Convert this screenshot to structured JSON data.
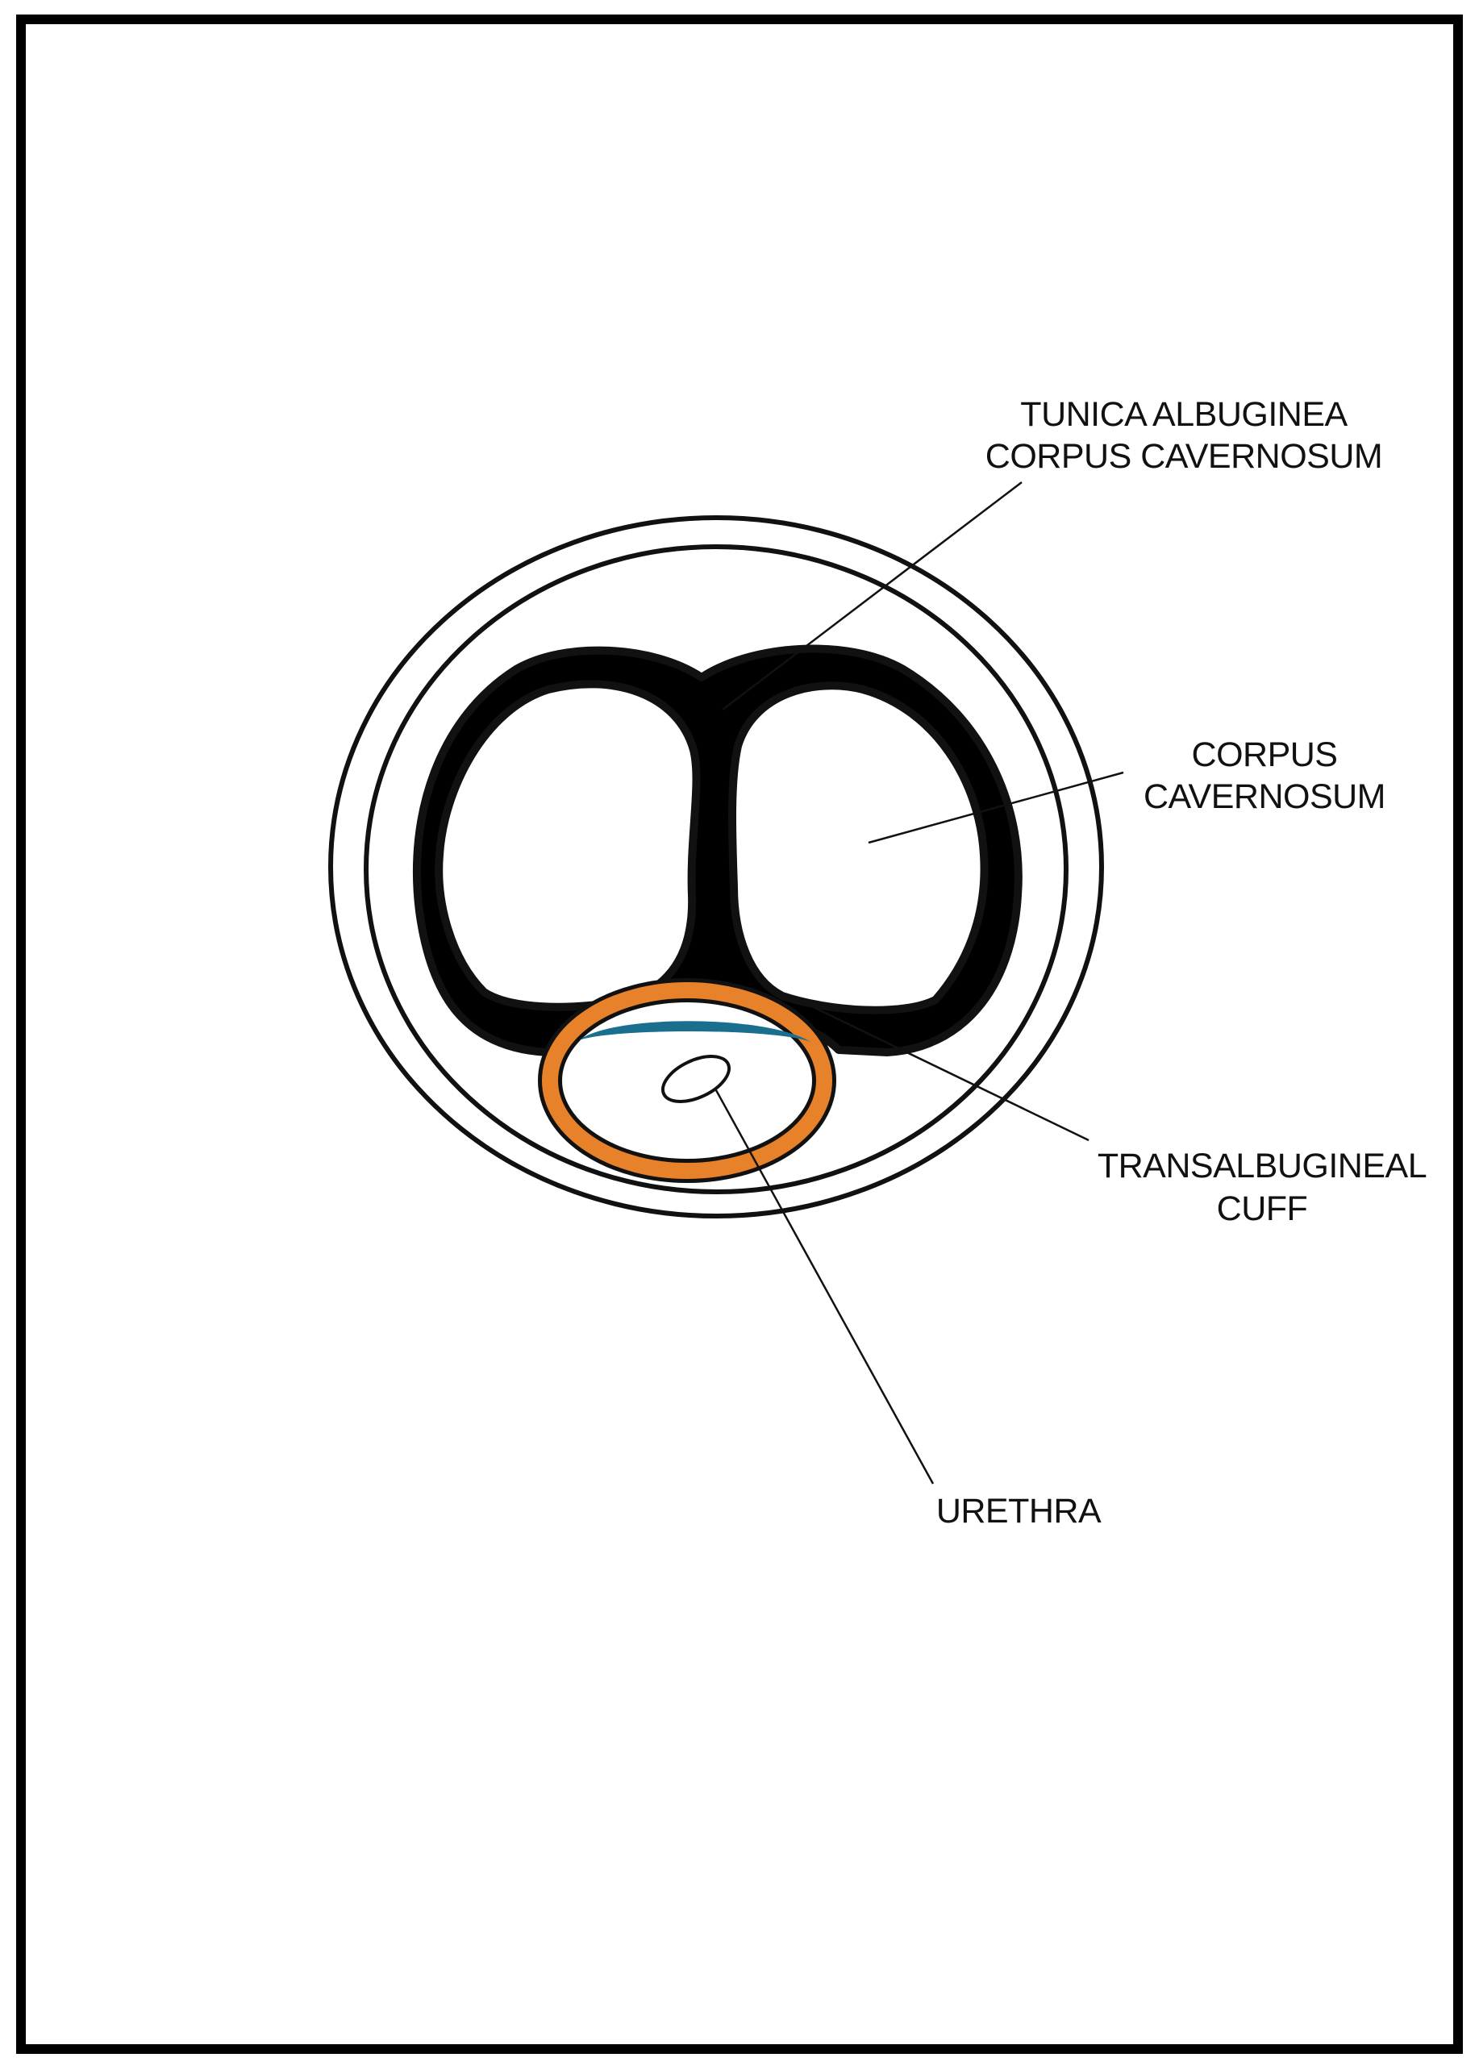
{
  "colors": {
    "frame": "#000000",
    "background": "#ffffff",
    "tunica_albuginea": "#1a6e8e",
    "transalbugineal_cuff": "#e8822a",
    "outline": "#111111"
  },
  "labels": {
    "tunica_albuginea": {
      "line1": "TUNICA ALBUGINEA",
      "line2": "CORPUS CAVERNOSUM"
    },
    "corpus_cavernosum": {
      "line1": "CORPUS",
      "line2": "CAVERNOSUM"
    },
    "transalbugineal_cuff": {
      "line1": "TRANSALBUGINEAL",
      "line2": "CUFF"
    },
    "urethra": {
      "line1": "URETHRA"
    }
  }
}
